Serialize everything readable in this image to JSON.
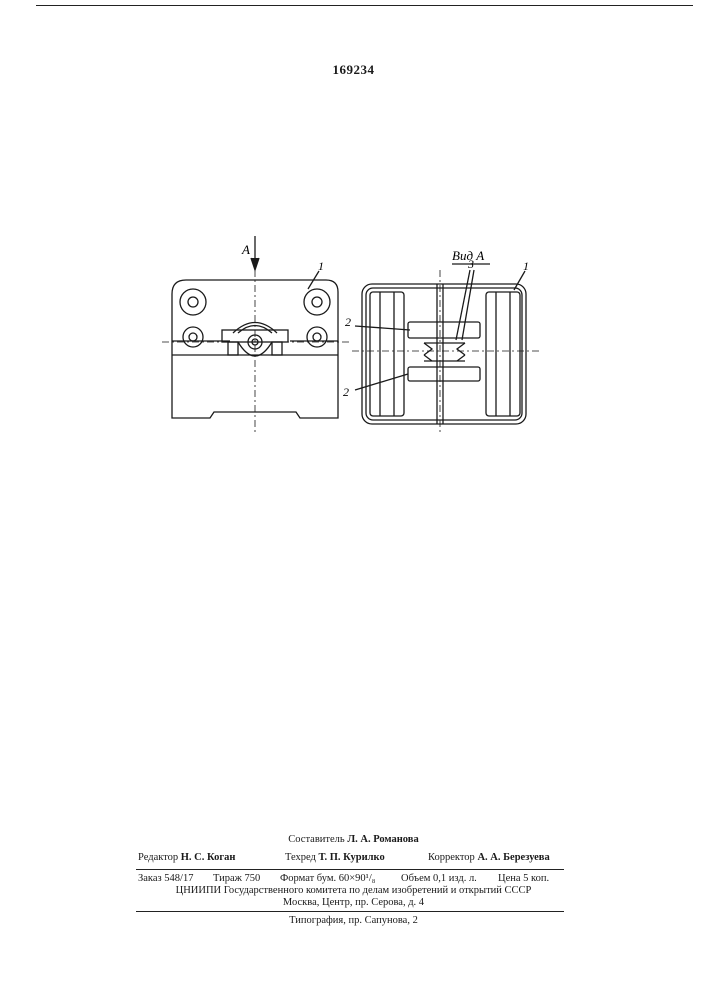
{
  "patent_number": "169234",
  "drawing": {
    "view_label": "Вид А",
    "arrow_label": "А",
    "callouts": [
      "1",
      "2",
      "3"
    ]
  },
  "footer": {
    "compiler": {
      "label": "Составитель",
      "name": "Л. А. Романова"
    },
    "editor": {
      "label": "Редактор",
      "name": "Н. С. Коган"
    },
    "techred": {
      "label": "Техред",
      "name": "Т. П. Курилко"
    },
    "corrector": {
      "label": "Корректор",
      "name": "А. А. Березуева"
    },
    "print_info": {
      "order": "Заказ 548/17",
      "run": "Тираж 750",
      "format": "Формат бум. 60×90¹/₈",
      "volume": "Объем 0,1 изд. л.",
      "price": "Цена 5 коп."
    },
    "institute": "ЦНИИПИ Государственного комитета по делам изобретений и открытий СССР",
    "address": "Москва, Центр, пр. Серова, д. 4",
    "printing_house": "Типография, пр. Сапунова, 2"
  }
}
